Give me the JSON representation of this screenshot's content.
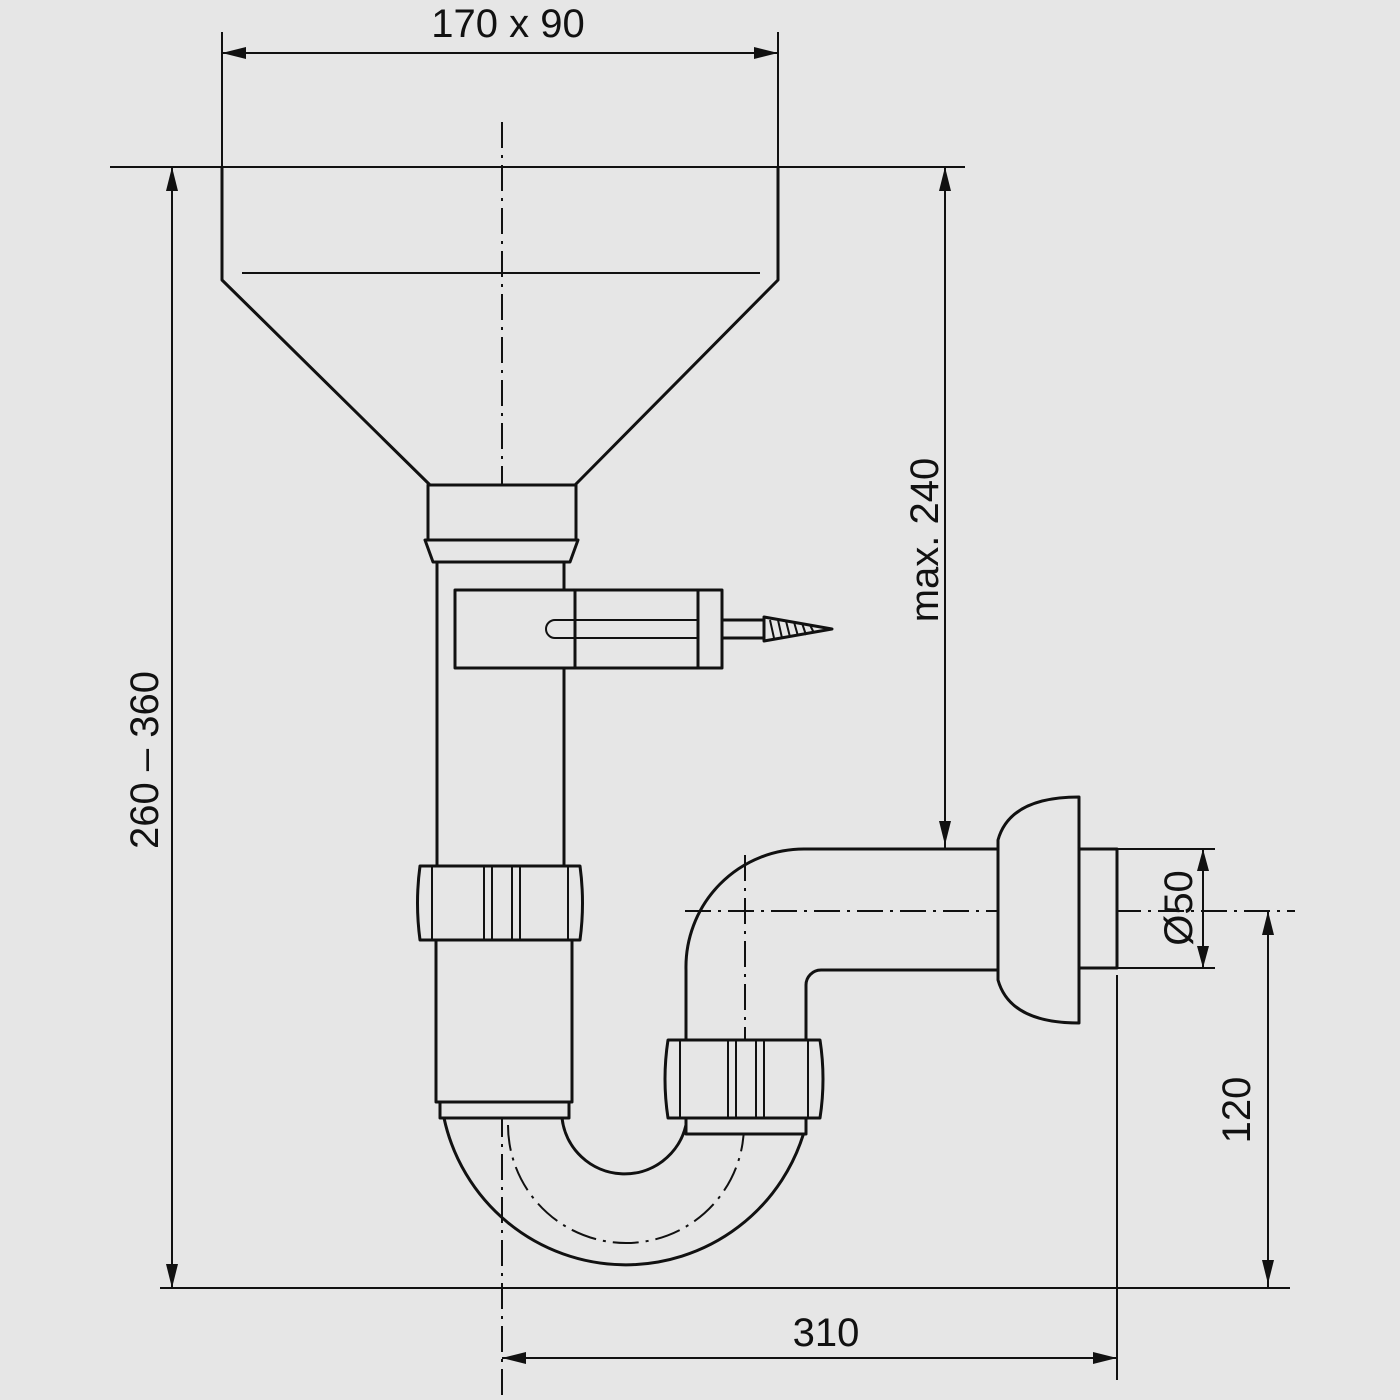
{
  "dimensions": {
    "funnel_opening": "170 x 90",
    "total_height": "260 – 360",
    "max_height": "max. 240",
    "outlet_diameter": "Ø50",
    "outlet_height": "120",
    "horizontal_length": "310"
  }
}
